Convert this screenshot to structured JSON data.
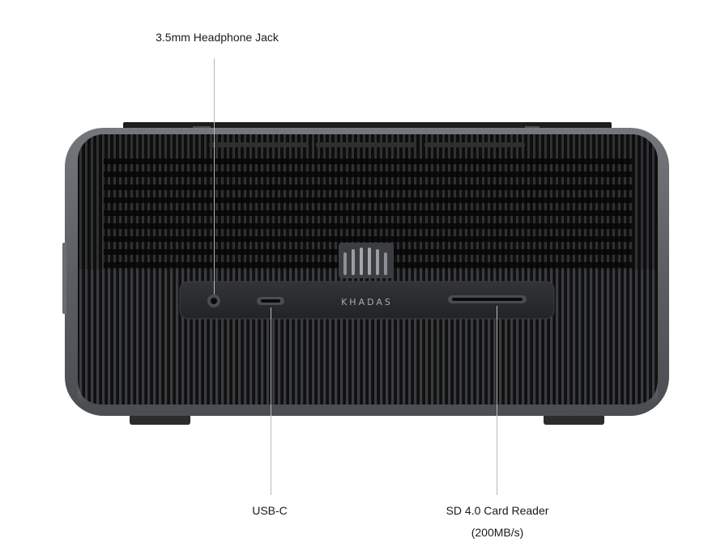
{
  "callouts": {
    "headphone_jack": "3.5mm Headphone Jack",
    "usb_c": "USB-C",
    "sd_reader_line1": "SD 4.0 Card Reader",
    "sd_reader_line2": "(200MB/s)"
  },
  "device": {
    "brand_text": "KHADAS",
    "body_color": "#5e6266",
    "grille_color": "#141414",
    "panel_color": "#2a2b2d"
  }
}
